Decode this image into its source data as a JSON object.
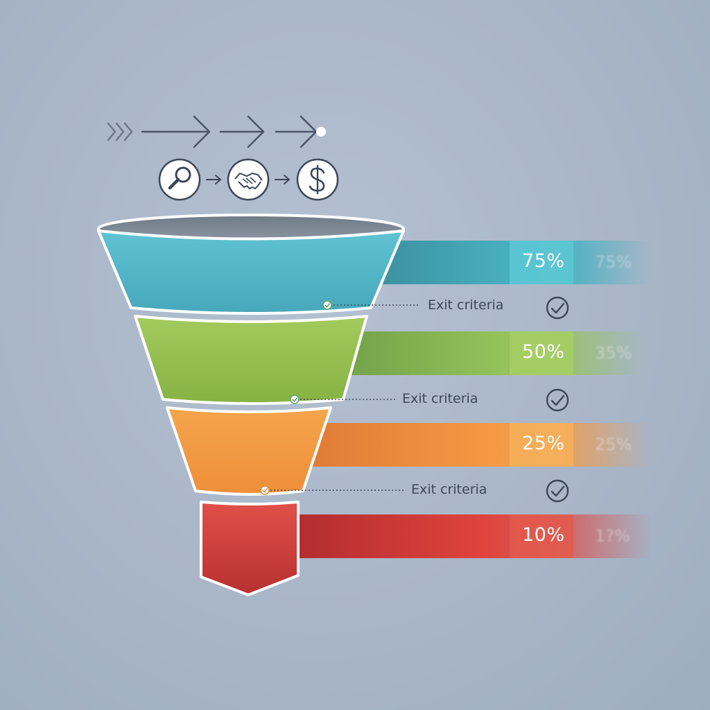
{
  "flow_icons": [
    "search-icon",
    "handshake-icon",
    "dollar-icon"
  ],
  "stages": [
    {
      "color_top": "#5fc3d2",
      "color_bottom": "#47a8bb",
      "bar_color": "#47a5b6",
      "label": "75%",
      "ghost": "75%"
    },
    {
      "color_top": "#a3ca5c",
      "color_bottom": "#86b244",
      "bar_color": "#8dba50",
      "label": "50%",
      "ghost": "35%"
    },
    {
      "color_top": "#f4a54c",
      "color_bottom": "#ef8f3a",
      "bar_color": "#ee8a3a",
      "label": "25%",
      "ghost": "25%"
    },
    {
      "color_top": "#e0504a",
      "color_bottom": "#b83030",
      "bar_color": "#cc3a38",
      "label": "10%",
      "ghost": "1?%"
    }
  ],
  "exit_criteria": [
    "Exit criteria",
    "Exit criteria",
    "Exit criteria"
  ]
}
